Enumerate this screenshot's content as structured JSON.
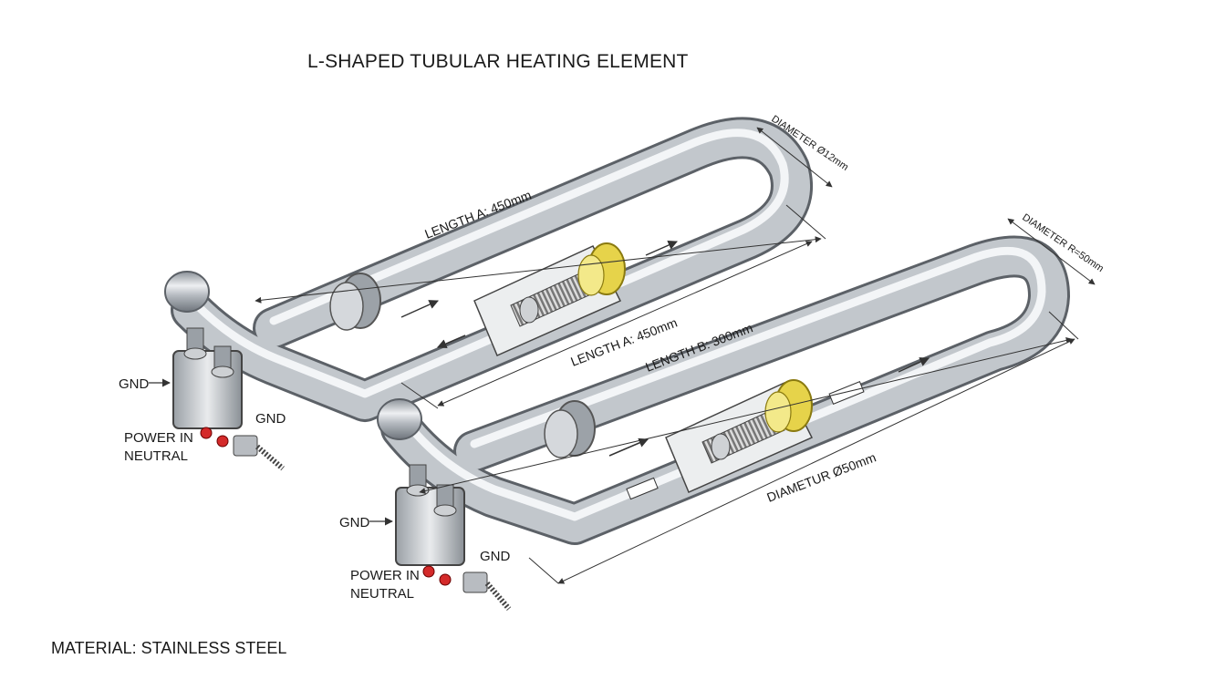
{
  "title": "L-SHAPED TUBULAR HEATING ELEMENT",
  "material": "MATERIAL: STAINLESS STEEL",
  "element_1": {
    "length_upper": "LENGTH A: 450mm",
    "length_lower": "LENGTH A: 450mm",
    "diameter": "DIAMETER Ø12mm",
    "gnd_left": "GND",
    "gnd_right": "GND",
    "power_in": "POWER IN",
    "neutral": "NEUTRAL"
  },
  "element_2": {
    "length": "LENGTH B: 300mm",
    "diameter": "DIAMETER R=50mm",
    "diameter_lower": "DIAMETUR Ø50mm",
    "gnd_left": "GND",
    "gnd_right": "GND",
    "power_in": "POWER IN",
    "neutral": "NEUTRAL"
  },
  "colors": {
    "tube": "#b9bec4",
    "tube_highlight": "#f2f4f6",
    "insulator": "#e6d34a",
    "terminal_dot": "#d42a2a"
  }
}
